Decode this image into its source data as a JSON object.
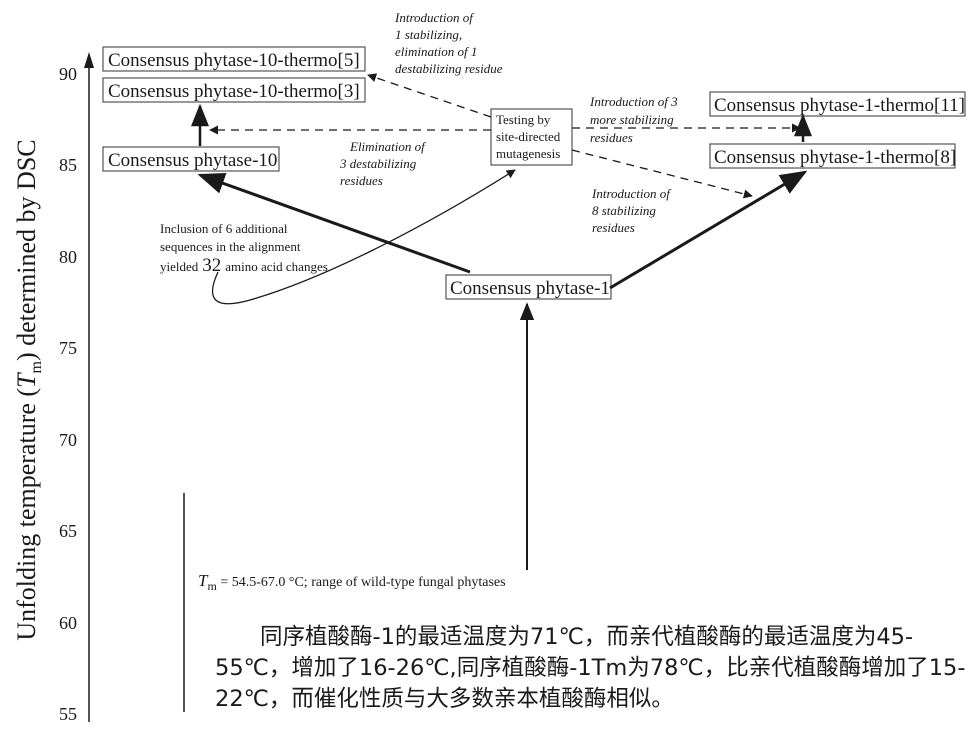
{
  "y_axis": {
    "label": "Unfolding temperature (Tm) determined by DSC",
    "label_parts": [
      "Unfolding temperature (",
      "T",
      "m",
      ") determined by DSC"
    ],
    "ticks": [
      "90",
      "85",
      "80",
      "75",
      "70",
      "65",
      "60",
      "55"
    ]
  },
  "boxes": {
    "c10_thermo5": "Consensus phytase-10-thermo[5]",
    "c10_thermo3": "Consensus phytase-10-thermo[3]",
    "c10": "Consensus phytase-10",
    "c1_thermo11": "Consensus phytase-1-thermo[11]",
    "c1_thermo8": "Consensus phytase-1-thermo[8]",
    "c1": "Consensus phytase-1",
    "testing": [
      "Testing by",
      "site-directed",
      "mutagenesis"
    ]
  },
  "annotations": {
    "intro_1": [
      "Introduction of",
      "1 stabilizing,",
      "elimination of 1",
      "destabilizing residue"
    ],
    "elim_3": [
      "Elimination of",
      "3 destabilizing",
      "residues"
    ],
    "intro_3": [
      "Introduction of 3",
      "more stabilizing",
      "residues"
    ],
    "intro_8": [
      "Introduction of",
      "8 stabilizing",
      "residues"
    ],
    "inclusion": [
      "Inclusion of 6 additional",
      "sequences in the alignment"
    ],
    "yielded_pre": "yielded",
    "yielded_num": "32",
    "yielded_post": "amino acid changes",
    "tm_symbol": "T",
    "tm_sub": "m",
    "tm_range": " = 54.5-67.0 °C; range of wild-type fungal phytases"
  },
  "caption": "同序植酸酶-1的最适温度为71℃，而亲代植酸酶的最适温度为45-55℃，增加了16-26℃,同序植酸酶-1Tm为78℃，比亲代植酸酶增加了15-22℃，而催化性质与大多数亲本植酸酶相似。",
  "colors": {
    "ink": "#1a1a1a",
    "box_border": "#555555",
    "background": "#ffffff"
  }
}
